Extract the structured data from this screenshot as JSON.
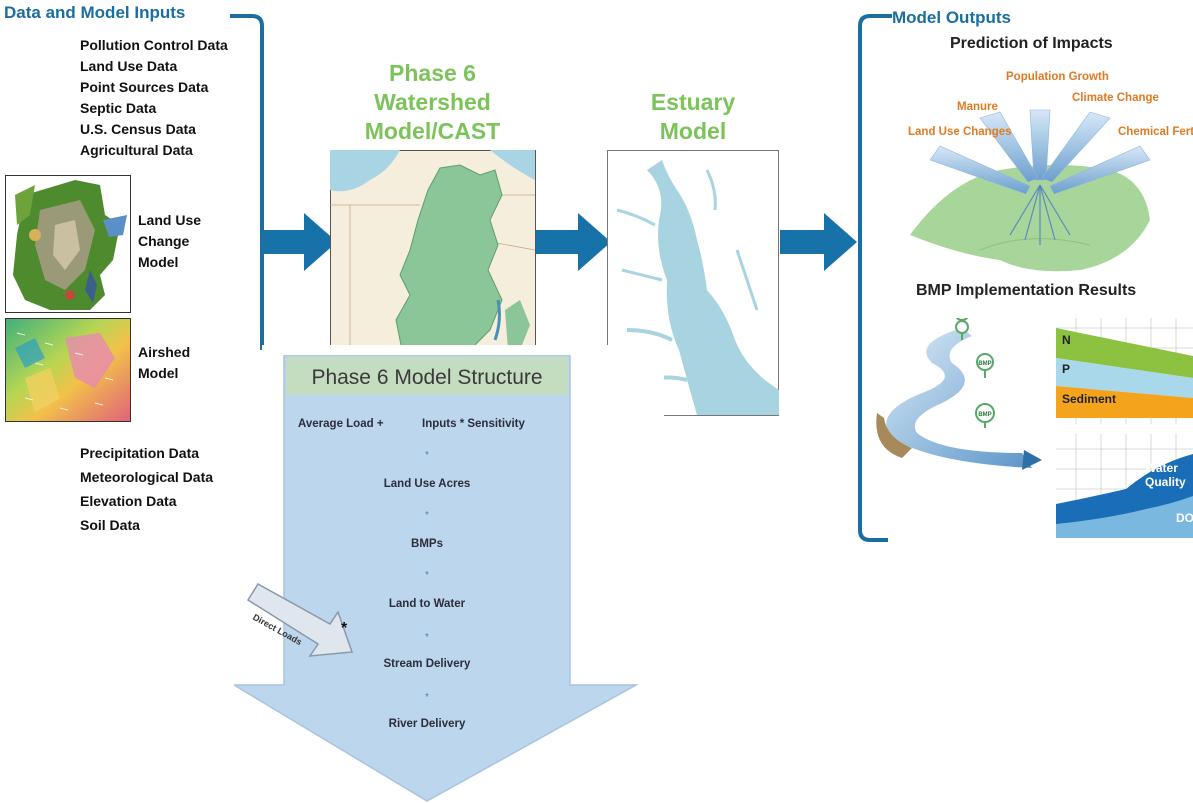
{
  "inputs": {
    "title": "Data and Model Inputs",
    "top_list": [
      "Pollution Control Data",
      "Land Use Data",
      "Point Sources Data",
      "Septic Data",
      "U.S. Census Data",
      "Agricultural Data"
    ],
    "land_use_model": [
      "Land Use",
      "Change",
      "Model"
    ],
    "airshed_model": [
      "Airshed",
      "Model"
    ],
    "bottom_list": [
      "Precipitation Data",
      "Meteorological Data",
      "Elevation Data",
      "Soil Data"
    ]
  },
  "watershed": {
    "title_lines": [
      "Phase 6",
      "Watershed",
      "Model/CAST"
    ]
  },
  "estuary": {
    "title_lines": [
      "Estuary",
      "Model"
    ]
  },
  "outputs": {
    "title": "Model Outputs",
    "prediction_title": "Prediction of Impacts",
    "impact_labels": [
      "Population Growth",
      "Manure",
      "Climate Change",
      "Land Use Changes",
      "Chemical Fertilizers"
    ],
    "bmp_title": "BMP Implementation Results",
    "bmp_marker": "BMP",
    "load_bands": [
      "N",
      "P",
      "Sediment"
    ],
    "quality_labels": [
      "Water Quality",
      "DO"
    ]
  },
  "structure": {
    "title": "Phase 6 Model Structure",
    "formula_left": "Average Load +",
    "formula_right": "Inputs * Sensitivity",
    "steps": [
      "Land Use Acres",
      "BMPs",
      "Land to Water",
      "Stream Delivery",
      "River Delivery"
    ],
    "direct_loads": "Direct Loads",
    "asterisk": "*",
    "step_marker": "*"
  },
  "colors": {
    "accent_blue": "#1a6ea0",
    "phase_green": "#7cc35a",
    "impact_orange": "#e07a22",
    "structure_fill": "#bcd6ee"
  }
}
